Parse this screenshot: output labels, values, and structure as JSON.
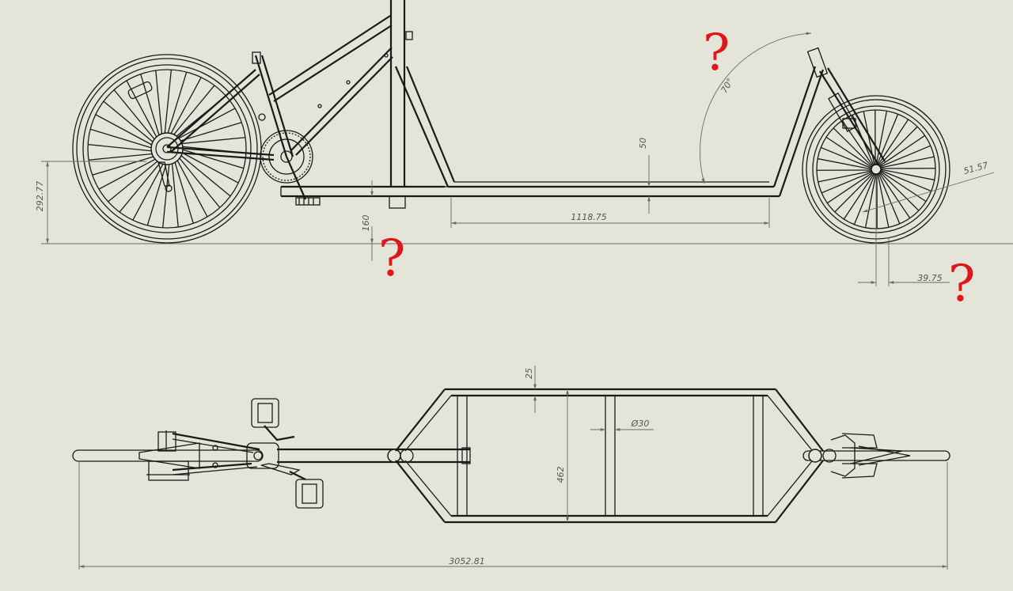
{
  "drawing": {
    "background": "#e4e4d8",
    "line_color": "#1a1a1a",
    "dimension_color": "#6a6a6a",
    "annotation_color": "#e0161a"
  },
  "side_view": {
    "dim_height": "292.77",
    "dim_bottom_bracket": "160",
    "dim_cargo_length": "1118.75",
    "dim_tube": "50",
    "dim_head_angle": "70°",
    "dim_fork": "51.57",
    "dim_offset": "39.75"
  },
  "top_view": {
    "dim_wall": "25",
    "dim_tube_diameter": "Ø30",
    "dim_width": "462",
    "dim_total_length": "3052.81"
  },
  "annotations": {
    "q1": "?",
    "q2": "?",
    "q3": "?"
  }
}
